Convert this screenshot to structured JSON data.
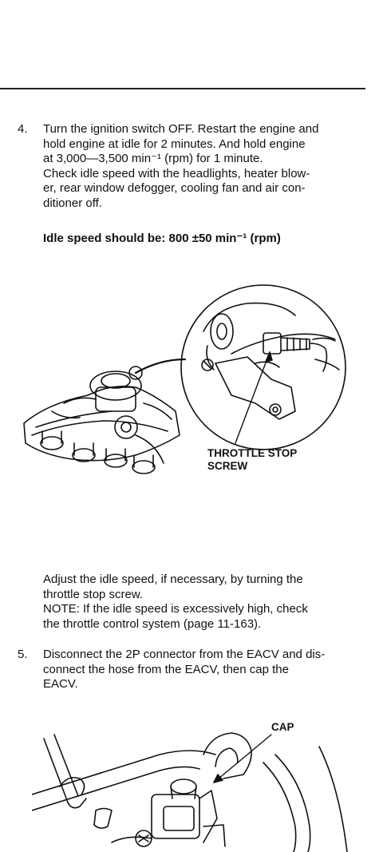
{
  "step4": {
    "number": "4.",
    "lines": [
      "Turn the ignition switch OFF. Restart the engine and",
      "hold engine at idle for 2 minutes. And hold engine",
      "at 3,000—3,500 min⁻¹ (rpm) for 1 minute.",
      "Check idle speed with the headlights, heater blow-",
      "er, rear window defogger, cooling fan and air con-",
      "ditioner off."
    ],
    "spec": "Idle speed should be: 800 ±50 min⁻¹ (rpm)"
  },
  "figure1": {
    "callout_lines": [
      "THROTTLE STOP",
      "SCREW"
    ]
  },
  "adjust": {
    "lines": [
      "Adjust the idle speed, if necessary, by turning the",
      "throttle stop screw.",
      "NOTE:  If the idle speed is excessively high, check",
      "the throttle control system (page 11-163)."
    ]
  },
  "step5": {
    "number": "5.",
    "lines": [
      "Disconnect the 2P connector from the EACV and dis-",
      "connect the hose from the EACV, then cap the",
      "EACV."
    ]
  },
  "figure2": {
    "callout": "CAP"
  }
}
